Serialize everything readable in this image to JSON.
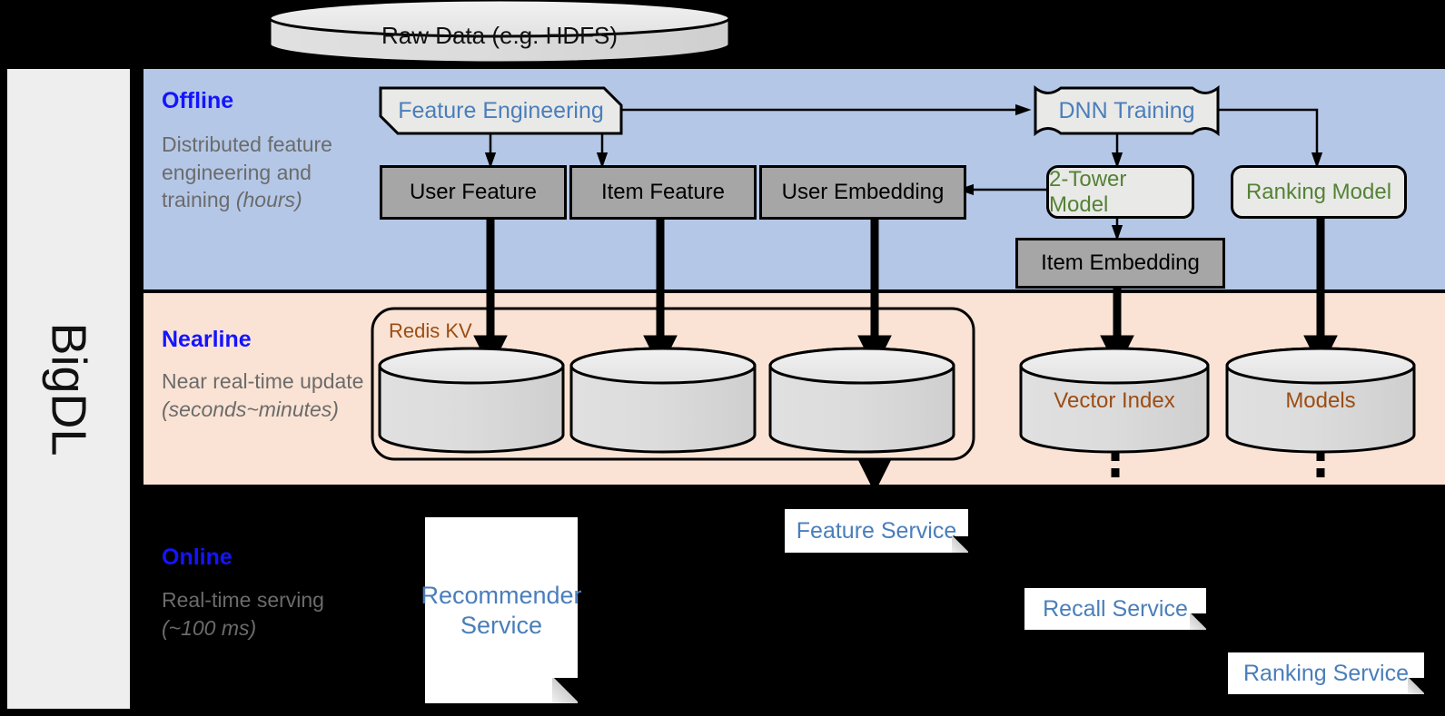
{
  "sidebar": {
    "label": "BigDL"
  },
  "source": {
    "label": "Raw Data (e.g. HDFS)"
  },
  "stages": [
    {
      "name": "offline",
      "title": "Offline",
      "desc_line1": "Distributed feature",
      "desc_line2": "engineering and",
      "desc_line3": "training",
      "desc_em": "(hours)",
      "band_color": "#b4c7e7"
    },
    {
      "name": "nearline",
      "title": "Nearline",
      "desc_line1": "Near real-time",
      "desc_line2": "update",
      "desc_line3": "",
      "desc_em": "(seconds~minutes)",
      "band_color": "#fae3d4"
    },
    {
      "name": "online",
      "title": "Online",
      "desc_line1": "Real-time",
      "desc_line2": "serving",
      "desc_line3": "",
      "desc_em": "(~100 ms)",
      "band_color": "#000000"
    }
  ],
  "offline": {
    "feature_engineering": "Feature Engineering",
    "dnn_training": "DNN Training",
    "user_feature": "User Feature",
    "item_feature": "Item Feature",
    "user_embedding": "User Embedding",
    "two_tower_model": "2-Tower Model",
    "ranking_model": "Ranking Model",
    "item_embedding": "Item Embedding"
  },
  "nearline": {
    "redis_kv": "Redis KV",
    "store_user_feature": "",
    "store_item_feature": "",
    "store_user_embedding": "",
    "vector_index": "Vector Index",
    "models": "Models"
  },
  "online": {
    "recommender_service": "Recommender Service",
    "feature_service": "Feature Service",
    "recall_service": "Recall Service",
    "ranking_service": "Ranking Service"
  },
  "colors": {
    "stage_title": "#1414ff",
    "stage_desc": "#6b6b6b",
    "blue_text": "#4a7ebb",
    "green_text": "#548235",
    "brown_text": "#9c4d14",
    "gray_box": "#a6a6a6",
    "light_box": "#e9e9e7",
    "offline_band": "#b4c7e7",
    "nearline_band": "#fae3d4",
    "sidebar_bg": "#eeeeee"
  }
}
